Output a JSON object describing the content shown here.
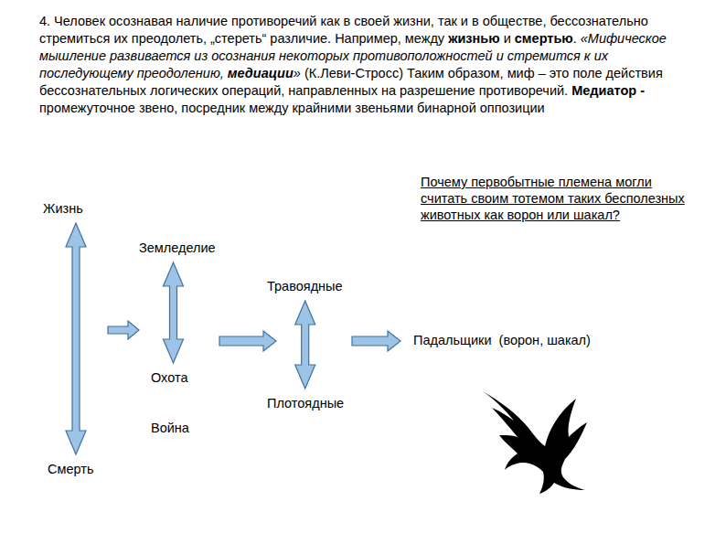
{
  "diagram": {
    "nodes": [
      {
        "text": [
          "Жизнь"
        ]
      },
      {
        "text": [
          "Смерть"
        ]
      },
      {
        "text": [
          "Земледелие"
        ]
      },
      {
        "text": [
          "Охота"
        ]
      },
      {
        "text": [
          "Травоядные"
        ]
      },
      {
        "text": [
          "Плотоядные"
        ]
      },
      {
        "text": [
          "Падальщики  (ворон, шакал)"
        ]
      }
    ],
    "edges": [
      {
        "from": 0,
        "to": 1,
        "arrow": "both"
      },
      {
        "from": 2,
        "to": 3,
        "arrow": "both"
      },
      {
        "from": 4,
        "to": 5,
        "arrow": "both"
      }
    ],
    "labels": [
      "4. Человек осознавая наличие противоречий как в своей жизни, так и в обществе, бессознательно стремиться их преодолеть, „стереть“ различие. Например, между",
      "жизнью",
      "и",
      "смертью",
      ".",
      "«Мифическое мышление развивается из осознания некоторых противоположностей и стремится к их последующему преодолению,",
      "медиации",
      "»",
      "(К.Леви-Стросс) Таким образом, миф – это поле действия бессознательных логических операций, направленных на разрешение противоречий.",
      "Медиатор -",
      "промежуточное звено, посредник между крайними звеньями бинарной оппозиции",
      "Почему первобытные племена могли считать своим тотемом таких бесполезных животных как ворон или шакал?",
      "Война"
    ]
  }
}
